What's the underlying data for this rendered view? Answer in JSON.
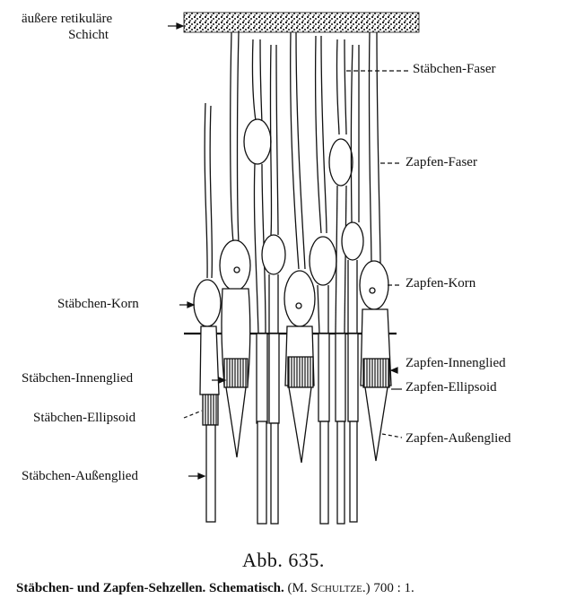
{
  "labels": {
    "reticular_line1": "äußere retikuläre",
    "reticular_line2": "Schicht",
    "rod_fiber": "Stäbchen-Faser",
    "cone_fiber": "Zapfen-Faser",
    "rod_nucleus": "Stäbchen-Korn",
    "cone_nucleus": "Zapfen-Korn",
    "rod_inner": "Stäbchen-Innenglied",
    "cone_inner": "Zapfen-Innenglied",
    "cone_ellipsoid": "Zapfen-Ellipsoid",
    "rod_ellipsoid": "Stäbchen-Ellipsoid",
    "cone_outer": "Zapfen-Außenglied",
    "rod_outer": "Stäbchen-Außenglied"
  },
  "caption": {
    "figure_number": "Abb. 635.",
    "title": "Stäbchen- und Zapfen-Sehzellen. Schematisch.",
    "author_open": "(M. ",
    "author": "Schultze",
    "author_close": ".)",
    "magnification": "700 : 1."
  },
  "colors": {
    "ink": "#111111",
    "background": "#ffffff",
    "cell_fill": "#ffffff"
  }
}
